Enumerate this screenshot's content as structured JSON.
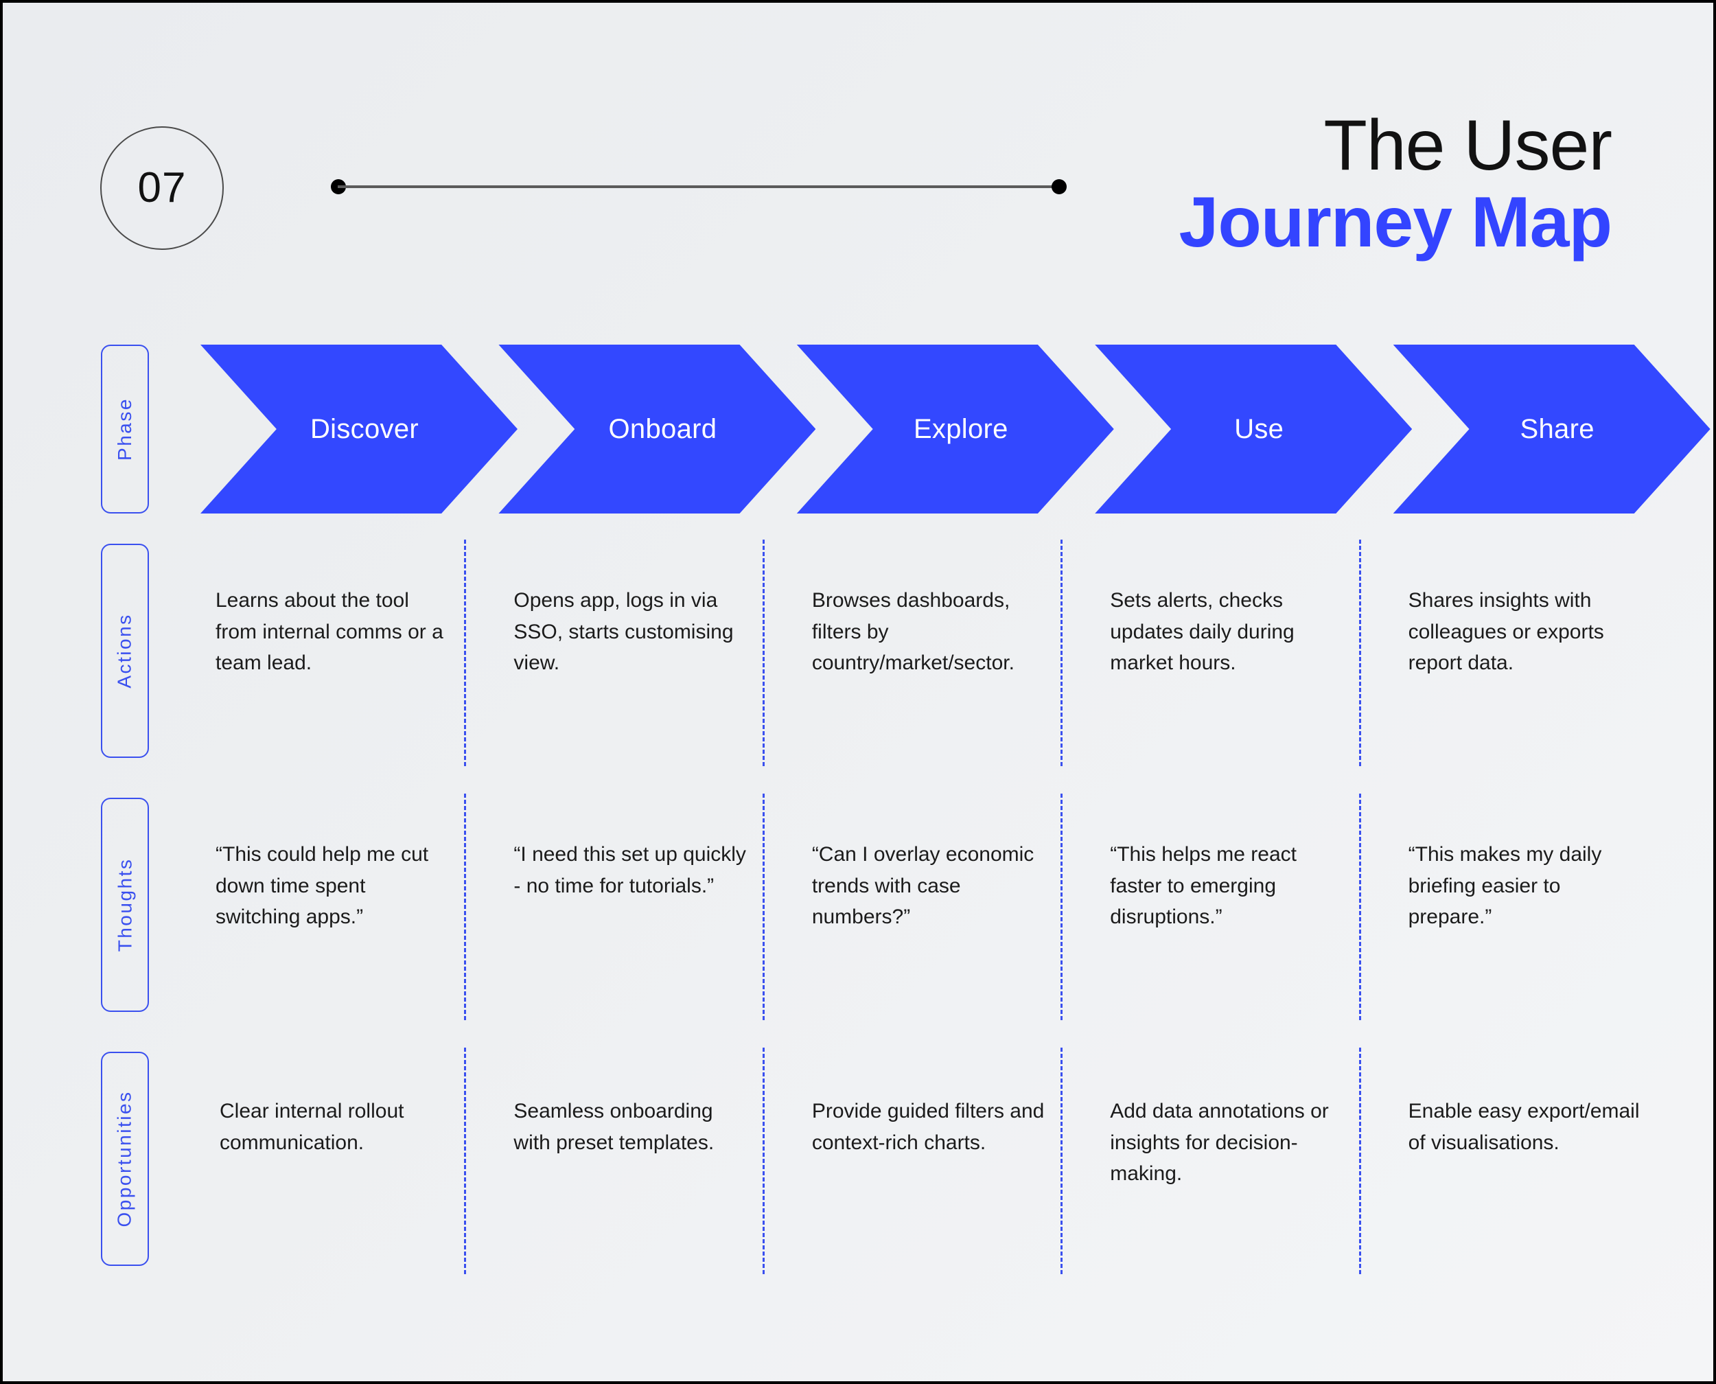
{
  "header": {
    "step_number": "07",
    "title_line1": "The User",
    "title_line2": "Journey Map"
  },
  "colors": {
    "accent_blue": "#3348ff",
    "title_blue": "#3344ff",
    "label_blue": "#3a50ef",
    "text_dark": "#1b1b1b",
    "background_light": "#eef0f2"
  },
  "rows": [
    {
      "label": "Phase"
    },
    {
      "label": "Actions"
    },
    {
      "label": "Thoughts"
    },
    {
      "label": "Opportunities"
    }
  ],
  "phases": [
    {
      "label": "Discover"
    },
    {
      "label": "Onboard"
    },
    {
      "label": "Explore"
    },
    {
      "label": "Use"
    },
    {
      "label": "Share"
    }
  ],
  "actions": [
    "Learns about the tool from internal comms or a team lead.",
    "Opens app, logs in via SSO, starts customising view.",
    "Browses dashboards, filters by country/market/sector.",
    "Sets alerts, checks updates daily during market hours.",
    "Shares insights with colleagues or exports report data."
  ],
  "thoughts": [
    "“This could help me cut down time spent switching apps.”",
    "“I need this set up quickly - no time for tutorials.”",
    "“Can I overlay economic trends with case numbers?”",
    "“This helps me react faster to emerging disruptions.”",
    "“This makes my daily briefing easier to prepare.”"
  ],
  "opportunities": [
    "Clear internal rollout communication.",
    "Seamless onboarding with preset templates.",
    "Provide guided filters and context-rich charts.",
    "Add data annotations or insights for decision-making.",
    "Enable easy export/email of visualisations."
  ]
}
